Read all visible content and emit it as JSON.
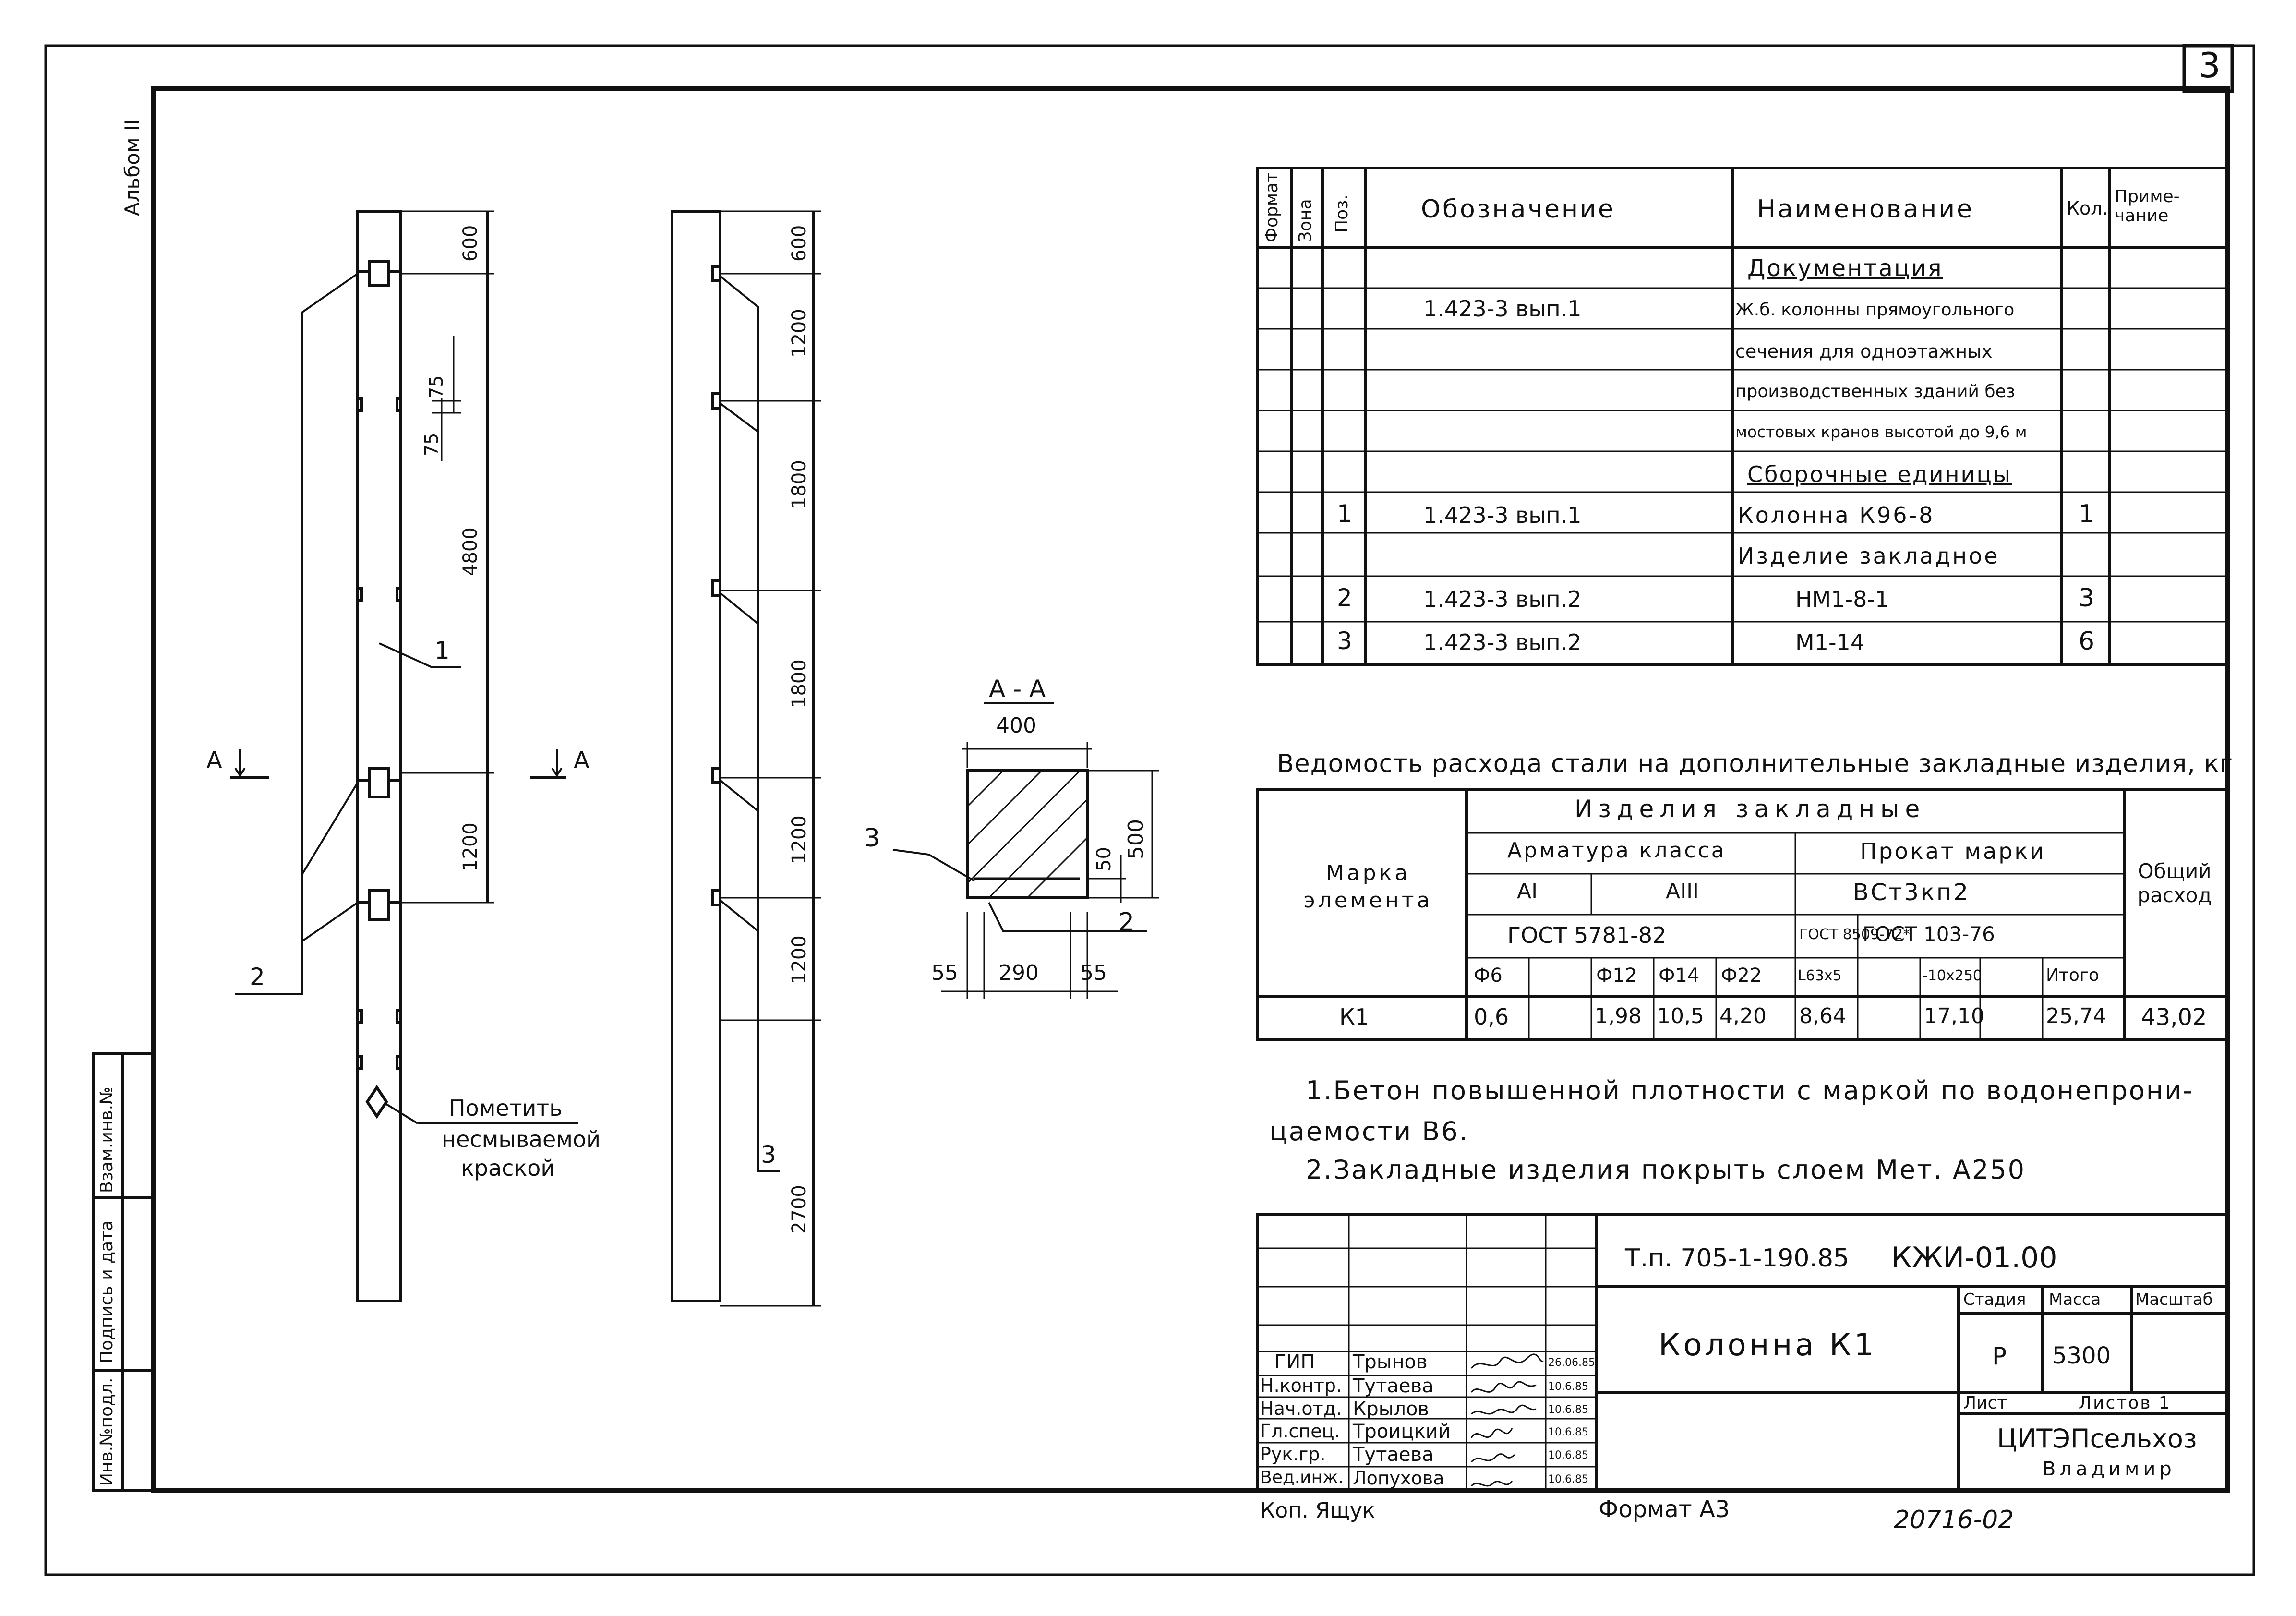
{
  "sheet_number": "3",
  "album_label": "Альбом II",
  "side_stamp": {
    "inv_podl": "Инв.№подл.",
    "podpis_data": "Подпись и дата",
    "vzam_inv": "Взам.инв.№"
  },
  "column_elevation": {
    "section_mark_left": "А",
    "section_mark_right": "А",
    "dims": [
      "600",
      "75",
      "75",
      "4800",
      "1200"
    ],
    "callout_1": "1",
    "callout_2": "2",
    "note_line1": "Пометить",
    "note_line2": "несмываемой",
    "note_line3": "краской"
  },
  "column_side": {
    "dims": [
      "600",
      "1200",
      "1800",
      "1800",
      "1200",
      "1200",
      "2700"
    ],
    "callout_3": "3"
  },
  "section_aa": {
    "title": "А - А",
    "width": "400",
    "height": "500",
    "cover": "50",
    "bottom_dims": [
      "55",
      "290",
      "55"
    ],
    "callout_3": "3",
    "callout_2": "2"
  },
  "spec_table": {
    "headers": {
      "format": "Формат",
      "zone": "Зона",
      "pos": "Поз.",
      "designation": "Обозначение",
      "name": "Наименование",
      "qty": "Кол.",
      "note": "Приме-чание"
    },
    "rows": [
      {
        "pos": "",
        "designation": "",
        "name": "Документация",
        "qty": ""
      },
      {
        "pos": "",
        "designation": "1.423-3 вып.1",
        "name": "Ж.б. колонны прямоугольного",
        "qty": ""
      },
      {
        "pos": "",
        "designation": "",
        "name": "сечения для одноэтажных",
        "qty": ""
      },
      {
        "pos": "",
        "designation": "",
        "name": "производственных зданий без",
        "qty": ""
      },
      {
        "pos": "",
        "designation": "",
        "name": "мостовых кранов высотой до 9,6 м",
        "qty": ""
      },
      {
        "pos": "",
        "designation": "",
        "name": "Сборочные единицы",
        "qty": ""
      },
      {
        "pos": "1",
        "designation": "1.423-3 вып.1",
        "name": "Колонна К96-8",
        "qty": "1"
      },
      {
        "pos": "",
        "designation": "",
        "name": "Изделие закладное",
        "qty": ""
      },
      {
        "pos": "2",
        "designation": "1.423-3 вып.2",
        "name": "НМ1-8-1",
        "qty": "3"
      },
      {
        "pos": "3",
        "designation": "1.423-3 вып.2",
        "name": "М1-14",
        "qty": "6"
      }
    ]
  },
  "steel_table": {
    "title": "Ведомость расхода стали на дополнительные закладные изделия, кг",
    "mark_header": "Марка элемента",
    "group_header": "Изделия закладные",
    "rebar_header": "Арматура класса",
    "rolled_header": "Прокат марки",
    "total_header": "Общий расход",
    "class_ai": "AI",
    "class_aiii": "AIII",
    "rolled_grade": "ВСт3кп2",
    "gost_rebar": "ГОСТ 5781-82",
    "gost_rolled1": "ГОСТ 8509-72*",
    "gost_rolled2": "ГОСТ 103-76",
    "subcols": [
      "Ф6",
      "",
      "Ф12",
      "Ф14",
      "Ф22",
      "L63x5",
      "",
      "-10x250",
      "",
      "Итого"
    ],
    "row": {
      "mark": "К1",
      "values": [
        "0,6",
        "",
        "1,98",
        "10,5",
        "4,20",
        "8,64",
        "",
        "17,10",
        "",
        "25,74"
      ],
      "total": "43,02"
    }
  },
  "notes": [
    "1.Бетон повышенной плотности с маркой по водонепрони-",
    "цаемости В6.",
    "2.Закладные изделия покрыть слоем Мет. А250"
  ],
  "title_block": {
    "project_code": "Т.п. 705-1-190.85",
    "sheet_code": "КЖИ-01.00",
    "drawing_title": "Колонна К1",
    "stage_label": "Стадия",
    "mass_label": "Масса",
    "scale_label": "Масштаб",
    "stage": "Р",
    "mass": "5300",
    "sheet_label": "Лист",
    "sheets_label": "Листов 1",
    "org_line1": "ЦИТЭПсельхоз",
    "org_line2": "Владимир",
    "staff": [
      {
        "role": "ГИП",
        "name": "Трынов",
        "date": "26.06.85"
      },
      {
        "role": "Н.контр.",
        "name": "Тутаева",
        "date": "10.6.85"
      },
      {
        "role": "Нач.отд.",
        "name": "Крылов",
        "date": "10.6.85"
      },
      {
        "role": "Гл.спец.",
        "name": "Троицкий",
        "date": "10.6.85"
      },
      {
        "role": "Рук.гр.",
        "name": "Тутаева",
        "date": "10.6.85"
      },
      {
        "role": "Вед.инж.",
        "name": "Лопухова",
        "date": "10.6.85"
      }
    ],
    "copied_by": "Коп. Ящук",
    "format_label": "Формат А3",
    "archive_number": "20716-02"
  }
}
